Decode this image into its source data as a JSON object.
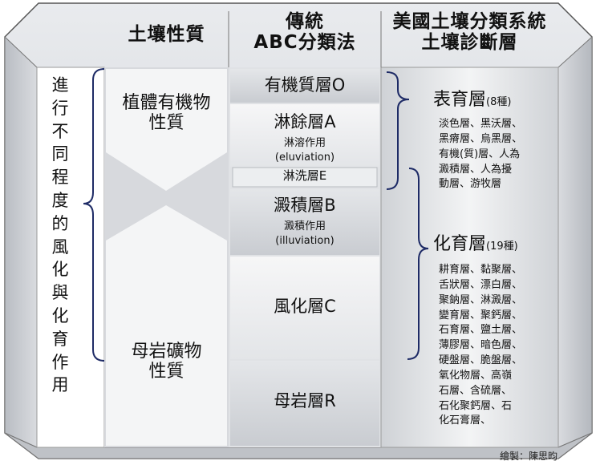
{
  "headers": {
    "col1": "土壤性質",
    "col2": [
      "傳統",
      "ABC分類法"
    ],
    "col3": [
      "美國土壤分類系統",
      "土壤診斷層"
    ]
  },
  "left_vertical": "進行不同程度的風化與化育作用",
  "properties": {
    "organic": [
      "植體有機物",
      "性質"
    ],
    "mineral": [
      "母岩礦物",
      "性質"
    ]
  },
  "horizons": {
    "O": "有機質層O",
    "A": "淋餘層A",
    "A_process": [
      "淋溶作用",
      "(eluviation)"
    ],
    "E": "淋洗層E",
    "B": "澱積層B",
    "B_process": [
      "澱積作用",
      "(illuviation)"
    ],
    "C": "風化層C",
    "R": "母岩層R"
  },
  "diagnostic": {
    "epipedon": {
      "title": "表育層",
      "count": "(8種)",
      "items": [
        "淡色層、黑沃層、",
        "黑瘠層、烏黑層、",
        "有機(質)層、人為",
        "澱積層、人為擾",
        "動層、游牧層"
      ]
    },
    "subsurface": {
      "title": "化育層",
      "count": "(19種)",
      "items": [
        "耕育層、黏聚層、",
        "舌狀層、漂白層、",
        "聚鈉層、淋澱層、",
        "變育層、聚鈣層、",
        "石育層、鹽土層、",
        "薄膠層、暗色層、",
        "硬盤層、脆盤層、",
        "氧化物層、高嶺",
        "石層、含硫層、",
        "石化聚鈣層、石",
        "化石膏層、"
      ]
    }
  },
  "credit": "繪製：陳思昀",
  "colors": {
    "frame": "#c9ccd1",
    "panel": "#d8dade",
    "light": "#f2f3f4",
    "dark": "#a9adb3",
    "line": "#1e2b66"
  }
}
